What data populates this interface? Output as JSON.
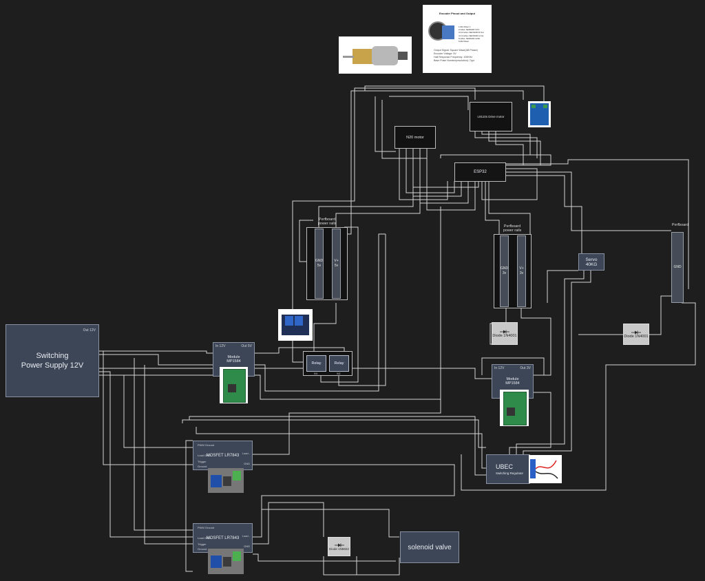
{
  "power_supply": {
    "title_line1": "Switching",
    "title_line2": "Power Supply 12V",
    "out": "Out 12V"
  },
  "mp1584_5v": {
    "in": "In 12V",
    "out": "Out 5V",
    "line1": "Module",
    "line2": "MP1584"
  },
  "mp1584_3v": {
    "in": "In 12V",
    "out": "Out 3V",
    "line1": "Module",
    "line2": "MP1584"
  },
  "mosfet_top": {
    "title": "MOSFET LR7843",
    "pins": [
      "PWM Ground",
      "Load GND",
      "Trigger",
      "Ground"
    ],
    "right_pins": [
      "Load -",
      "GND"
    ]
  },
  "mosfet_bottom": {
    "title": "MOSFET LR7843",
    "pins": [
      "PWM Ground",
      "Load GND",
      "Trigger",
      "Ground"
    ],
    "right_pins": [
      "Load -",
      "GND"
    ]
  },
  "solenoid": {
    "label": "solenoid valve"
  },
  "ubec": {
    "title": "UBEC",
    "subtitle": "Switching Regulator"
  },
  "servo": {
    "line1": "Servo",
    "line2": "40KG"
  },
  "esp32": {
    "label": "ESP32"
  },
  "n20": {
    "label": "N20 motor"
  },
  "l9110": {
    "label": "L9110s Drive motor"
  },
  "relays": [
    "Relay",
    "Relay"
  ],
  "relay_pins": [
    "IN1",
    "IN2"
  ],
  "rail_5v": {
    "header_line1": "Perfboard",
    "header_line2": "power rails",
    "gnd_line1": "GND",
    "gnd_line2": "5v",
    "vplus_line1": "V+",
    "vplus_line2": "5v"
  },
  "rail_3v": {
    "header_line1": "Perfboard",
    "header_line2": "power rails",
    "gnd_line1": "GND",
    "gnd_line2": "3v",
    "vplus_line1": "V+",
    "vplus_line2": "3v"
  },
  "rail_gnd": {
    "header": "Perfboard",
    "label": "GND"
  },
  "diodes": [
    {
      "label": "Diode 1N4001"
    },
    {
      "label": "Diode 1N4001"
    },
    {
      "label": "Diode 1N5822"
    }
  ],
  "encoder": {
    "title": "Encoder Pinout and Output",
    "pins": [
      "1.M1 Motor 1",
      "2.HALL SENSOR VCC",
      "3.C2 HALL SENSOR B Out",
      "4.C1 HALL SENSOR A Out",
      "5.HALL SENSOR GND",
      "6.M2 Motor"
    ],
    "specs": [
      "Output Signal: Square Wave(AB Phase)",
      "Encoder Voltage: 5V",
      "Hall Response Frequency: 100KHz",
      "Base Pulse Number(resolution): 7ppr"
    ]
  },
  "colors": {
    "background": "#1e1e1e",
    "block": "#3d4656",
    "wire": "#d9d9d9",
    "diode": "#c9c9c9"
  }
}
